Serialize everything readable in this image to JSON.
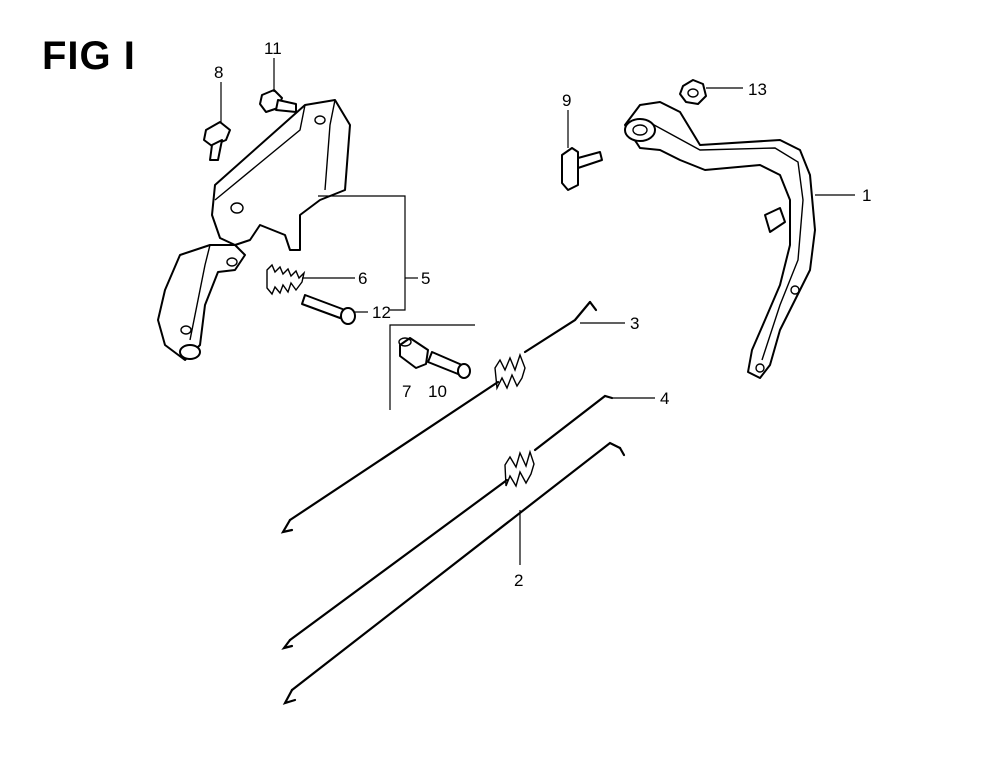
{
  "figure": {
    "title": "FIG I"
  },
  "callouts": [
    {
      "id": "1",
      "label": "1"
    },
    {
      "id": "2",
      "label": "2"
    },
    {
      "id": "3",
      "label": "3"
    },
    {
      "id": "4",
      "label": "4"
    },
    {
      "id": "5",
      "label": "5"
    },
    {
      "id": "6",
      "label": "6"
    },
    {
      "id": "7",
      "label": "7"
    },
    {
      "id": "8",
      "label": "8"
    },
    {
      "id": "9",
      "label": "9"
    },
    {
      "id": "10",
      "label": "10"
    },
    {
      "id": "11",
      "label": "11"
    },
    {
      "id": "12",
      "label": "12"
    },
    {
      "id": "13",
      "label": "13"
    }
  ]
}
